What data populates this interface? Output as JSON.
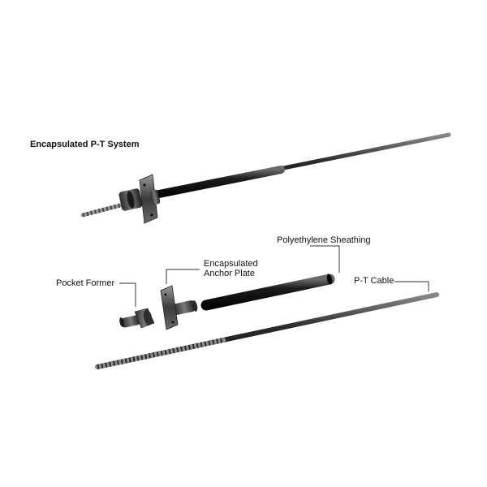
{
  "diagram": {
    "title": "Encapsulated P-T System",
    "labels": {
      "pocket_former": "Pocket Former",
      "anchor_plate_line1": "Encapsulated",
      "anchor_plate_line2": "Anchor Plate",
      "sheathing": "Polyethylene Sheathing",
      "cable": "P-T Cable"
    }
  },
  "colors": {
    "background": "#ffffff",
    "text": "#111111",
    "leader_line": "#333333",
    "component_dark": "#1a1a1a",
    "component_mid": "#555555",
    "strand_light": "#9a9a9a"
  }
}
